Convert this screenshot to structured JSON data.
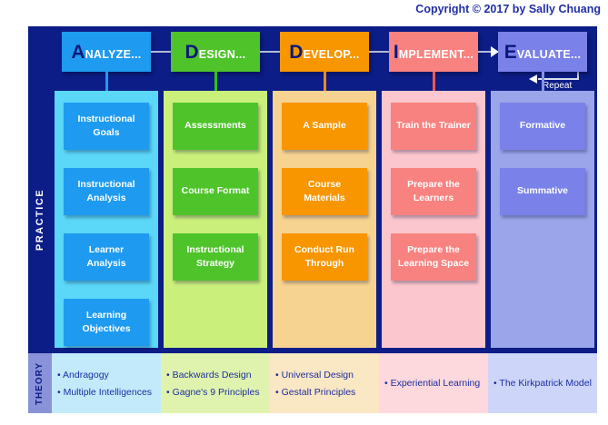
{
  "copyright": "Copyright © 2017 by Sally Chuang",
  "side_labels": {
    "practice": "PRACTICE",
    "theory": "THEORY"
  },
  "repeat_label": "Repeat",
  "colors": {
    "canvas_navy": "#0C1D87",
    "connector_line": "#B3BAD6",
    "connector_arrowhead": "#FFFFFF",
    "theory_strip": "#8A93D9",
    "theory_text": "#1C2F9F",
    "copyright_text": "#202FA5",
    "box_text": "#FFFFFF"
  },
  "stages": [
    {
      "id": "analyze",
      "header": {
        "initial": "A",
        "rest": "NALYZE..."
      },
      "accent": "#1E9BF0",
      "arrow_color": "#1E9BF0",
      "practice_bg": "#5BD7F7",
      "theory_bg": "#C2EAFB",
      "practice_boxes": [
        "Instructional\nGoals",
        "Instructional\nAnalysis",
        "Learner\nAnalysis",
        "Learning\nObjectives"
      ],
      "theory_items": [
        "Andragogy",
        "Multiple Intelligences"
      ]
    },
    {
      "id": "design",
      "header": {
        "initial": "D",
        "rest": "ESIGN..."
      },
      "accent": "#4EC42A",
      "arrow_color": "#2FBF1E",
      "practice_bg": "#CBEF7B",
      "theory_bg": "#E0F3AE",
      "practice_boxes": [
        "Assessments",
        "Course Format",
        "Instructional\nStrategy"
      ],
      "theory_items": [
        "Backwards Design",
        "Gagne's 9 Principles"
      ]
    },
    {
      "id": "develop",
      "header": {
        "initial": "D",
        "rest": "EVELOP..."
      },
      "accent": "#F89600",
      "arrow_color": "#F0861B",
      "practice_bg": "#F7D391",
      "theory_bg": "#FAE7C4",
      "practice_boxes": [
        "A Sample",
        "Course\nMaterials",
        "Conduct Run\nThrough"
      ],
      "theory_items": [
        "Universal Design",
        "Gestalt Principles"
      ]
    },
    {
      "id": "implement",
      "header": {
        "initial": "I",
        "rest": "MPLEMENT..."
      },
      "accent": "#F8827F",
      "arrow_color": "#F4574D",
      "practice_bg": "#FBC6CD",
      "theory_bg": "#FDD8DC",
      "practice_boxes": [
        "Train the Trainer",
        "Prepare the\nLearners",
        "Prepare the\nLearning Space"
      ],
      "theory_items": [
        "Experiential Learning"
      ]
    },
    {
      "id": "evaluate",
      "header": {
        "initial": "E",
        "rest": "VALUATE..."
      },
      "accent": "#7A81E8",
      "arrow_color": "#8A93E2",
      "practice_bg": "#9BA5E9",
      "theory_bg": "#CDD5F8",
      "practice_boxes": [
        "Formative",
        "Summative"
      ],
      "theory_items": [
        "The Kirkpatrick Model"
      ]
    }
  ]
}
